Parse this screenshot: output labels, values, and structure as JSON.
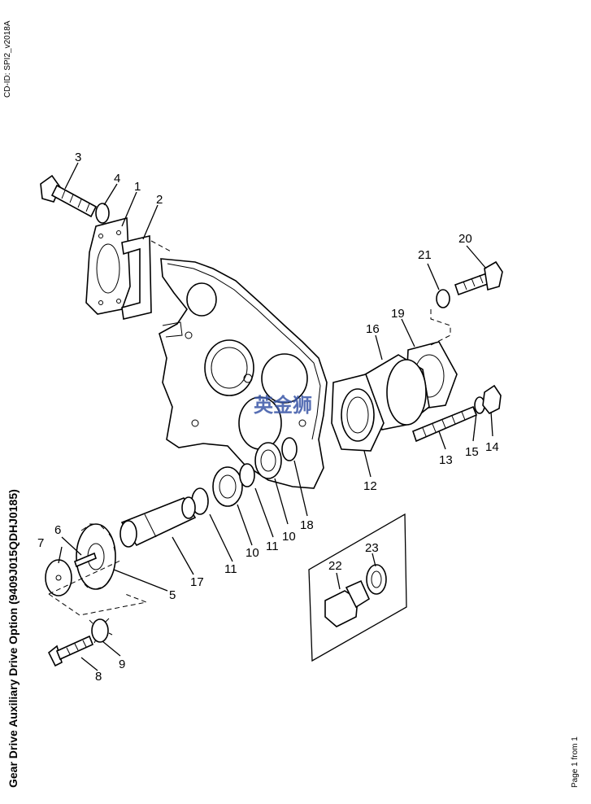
{
  "header": {
    "cd_id": "CD-ID: SPI2_v2018A"
  },
  "footer": {
    "title": "Gear Drive Auxiliary Drive Option (9409J015QDHJ0185)",
    "page": "Page 1 from 1"
  },
  "watermark": "英金狮",
  "callouts": {
    "c1": "1",
    "c2": "2",
    "c3": "3",
    "c4": "4",
    "c5": "5",
    "c6": "6",
    "c7": "7",
    "c8": "8",
    "c9": "9",
    "c10a": "10",
    "c10b": "10",
    "c11a": "11",
    "c11b": "11",
    "c12": "12",
    "c13": "13",
    "c14": "14",
    "c15": "15",
    "c16": "16",
    "c17": "17",
    "c18": "18",
    "c19": "19",
    "c20": "20",
    "c21": "21",
    "c22": "22",
    "c23": "23"
  }
}
